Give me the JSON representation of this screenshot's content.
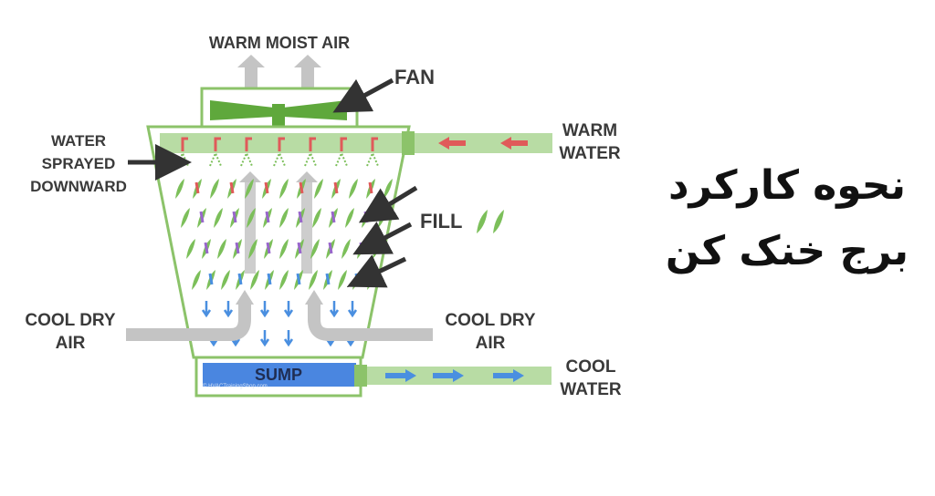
{
  "labels": {
    "warm_moist_air": "WARM MOIST AIR",
    "fan": "FAN",
    "water_sprayed": [
      "WATER",
      "SPRAYED",
      "DOWNWARD"
    ],
    "warm_water": [
      "WARM",
      "WATER"
    ],
    "fill": "FILL",
    "cool_dry_air_left": [
      "COOL DRY",
      "AIR"
    ],
    "cool_dry_air_right": [
      "COOL DRY",
      "AIR"
    ],
    "sump": "SUMP",
    "cool_water": [
      "COOL",
      "WATER"
    ],
    "watermark": "© HVACTrainingShop.com"
  },
  "title": {
    "line1": "نحوه کارکرد",
    "line2": "برج خنک کن"
  },
  "colors": {
    "tower_green": "#8cc36a",
    "pipe_green": "#b8dca4",
    "fan_green": "#5fa83c",
    "fill_green": "#7cbf5a",
    "warm_red": "#e05a5a",
    "cool_blue": "#4a8fe0",
    "mid_purple": "#9966cc",
    "air_gray": "#c4c4c4",
    "label_dark": "#3a3a3a",
    "sump_blue": "#4a86e0"
  }
}
